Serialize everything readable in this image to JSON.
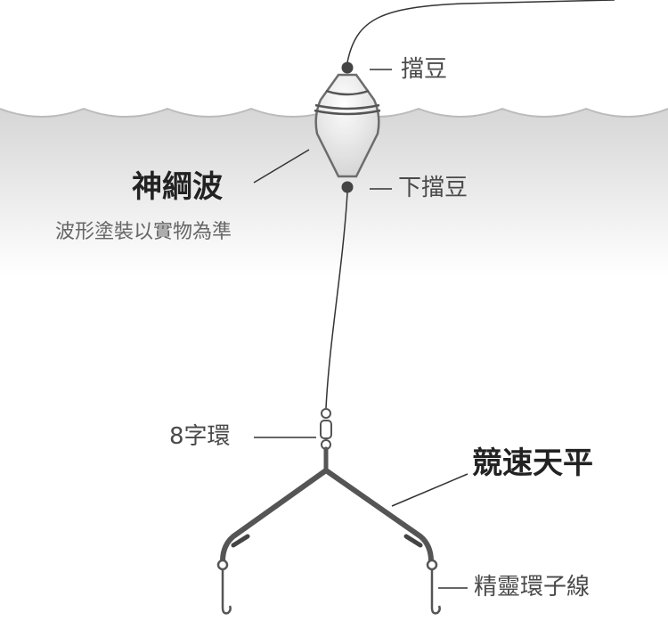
{
  "labels": {
    "stopper_top": "擋豆",
    "stopper_bottom": "下擋豆",
    "float_name": "神綱波",
    "float_note": "波形塗裝以實物為準",
    "swivel": "8字環",
    "balance": "競速天平",
    "leader": "精靈環子線"
  },
  "colors": {
    "line": "#4a4a4a",
    "water": "#d9d9d9",
    "float": "#c8c8c8"
  }
}
